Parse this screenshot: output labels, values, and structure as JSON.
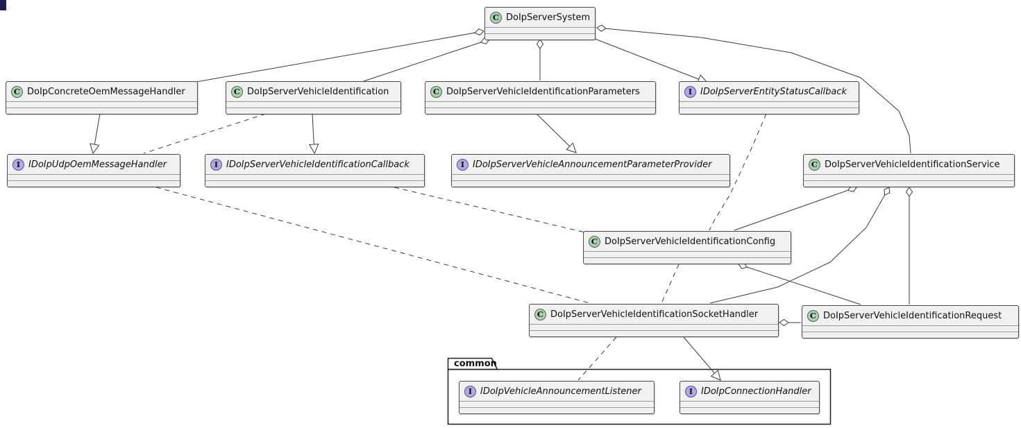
{
  "icons": {
    "class_letter": "C",
    "interface_letter": "I"
  },
  "colors": {
    "class_badge": "#ADD1B2",
    "interface_badge": "#B4A7E5",
    "node_fill": "#F1F1F1",
    "node_border": "#4a4a4a",
    "edge": "#3a3a3a",
    "background": "#ffffff"
  },
  "package": {
    "label": "common"
  },
  "nodes": [
    {
      "id": "DoIpServerSystem",
      "kind": "class",
      "label": "DoIpServerSystem"
    },
    {
      "id": "DoIpConcreteOemMessageHandler",
      "kind": "class",
      "label": "DoIpConcreteOemMessageHandler"
    },
    {
      "id": "DoIpServerVehicleIdentification",
      "kind": "class",
      "label": "DoIpServerVehicleIdentification"
    },
    {
      "id": "DoIpServerVehicleIdentificationParameters",
      "kind": "class",
      "label": "DoIpServerVehicleIdentificationParameters"
    },
    {
      "id": "IDoIpServerEntityStatusCallback",
      "kind": "interface",
      "label": "IDoIpServerEntityStatusCallback"
    },
    {
      "id": "IDoIpUdpOemMessageHandler",
      "kind": "interface",
      "label": "IDoIpUdpOemMessageHandler"
    },
    {
      "id": "IDoIpServerVehicleIdentificationCallback",
      "kind": "interface",
      "label": "IDoIpServerVehicleIdentificationCallback"
    },
    {
      "id": "IDoIpServerVehicleAnnouncementParameterProvider",
      "kind": "interface",
      "label": "IDoIpServerVehicleAnnouncementParameterProvider"
    },
    {
      "id": "DoIpServerVehicleIdentificationService",
      "kind": "class",
      "label": "DoIpServerVehicleIdentificationService"
    },
    {
      "id": "DoIpServerVehicleIdentificationConfig",
      "kind": "class",
      "label": "DoIpServerVehicleIdentificationConfig"
    },
    {
      "id": "DoIpServerVehicleIdentificationSocketHandler",
      "kind": "class",
      "label": "DoIpServerVehicleIdentificationSocketHandler"
    },
    {
      "id": "DoIpServerVehicleIdentificationRequest",
      "kind": "class",
      "label": "DoIpServerVehicleIdentificationRequest"
    },
    {
      "id": "IDoIpVehicleAnnouncementListener",
      "kind": "interface",
      "label": "IDoIpVehicleAnnouncementListener"
    },
    {
      "id": "IDoIpConnectionHandler",
      "kind": "interface",
      "label": "IDoIpConnectionHandler"
    }
  ],
  "edges": [
    {
      "from": "DoIpServerSystem",
      "to": "DoIpConcreteOemMessageHandler",
      "type": "aggregation"
    },
    {
      "from": "DoIpServerSystem",
      "to": "DoIpServerVehicleIdentification",
      "type": "aggregation"
    },
    {
      "from": "DoIpServerSystem",
      "to": "DoIpServerVehicleIdentificationParameters",
      "type": "aggregation"
    },
    {
      "from": "DoIpServerSystem",
      "to": "IDoIpServerEntityStatusCallback",
      "type": "generalization"
    },
    {
      "from": "DoIpServerSystem",
      "to": "DoIpServerVehicleIdentificationService",
      "type": "aggregation"
    },
    {
      "from": "DoIpConcreteOemMessageHandler",
      "to": "IDoIpUdpOemMessageHandler",
      "type": "generalization"
    },
    {
      "from": "DoIpServerVehicleIdentification",
      "to": "IDoIpServerVehicleIdentificationCallback",
      "type": "generalization"
    },
    {
      "from": "DoIpServerVehicleIdentification",
      "to": "IDoIpUdpOemMessageHandler",
      "type": "dashed-dependency"
    },
    {
      "from": "DoIpServerVehicleIdentificationParameters",
      "to": "IDoIpServerVehicleAnnouncementParameterProvider",
      "type": "generalization"
    },
    {
      "from": "IDoIpServerEntityStatusCallback",
      "to": "DoIpServerVehicleIdentificationConfig",
      "type": "dashed-dependency"
    },
    {
      "from": "IDoIpServerVehicleIdentificationCallback",
      "to": "DoIpServerVehicleIdentificationConfig",
      "type": "dashed-dependency"
    },
    {
      "from": "IDoIpUdpOemMessageHandler",
      "to": "DoIpServerVehicleIdentificationSocketHandler",
      "type": "dashed-dependency"
    },
    {
      "from": "DoIpServerVehicleIdentificationService",
      "to": "DoIpServerVehicleIdentificationConfig",
      "type": "aggregation"
    },
    {
      "from": "DoIpServerVehicleIdentificationService",
      "to": "DoIpServerVehicleIdentificationSocketHandler",
      "type": "aggregation"
    },
    {
      "from": "DoIpServerVehicleIdentificationService",
      "to": "DoIpServerVehicleIdentificationRequest",
      "type": "aggregation"
    },
    {
      "from": "DoIpServerVehicleIdentificationConfig",
      "to": "DoIpServerVehicleIdentificationRequest",
      "type": "aggregation"
    },
    {
      "from": "DoIpServerVehicleIdentificationConfig",
      "to": "DoIpServerVehicleIdentificationSocketHandler",
      "type": "dashed-dependency"
    },
    {
      "from": "DoIpServerVehicleIdentificationSocketHandler",
      "to": "IDoIpVehicleAnnouncementListener",
      "type": "dashed-dependency"
    },
    {
      "from": "DoIpServerVehicleIdentificationSocketHandler",
      "to": "IDoIpConnectionHandler",
      "type": "generalization"
    },
    {
      "from": "DoIpServerVehicleIdentificationSocketHandler",
      "to": "DoIpServerVehicleIdentificationRequest",
      "type": "aggregation"
    }
  ]
}
